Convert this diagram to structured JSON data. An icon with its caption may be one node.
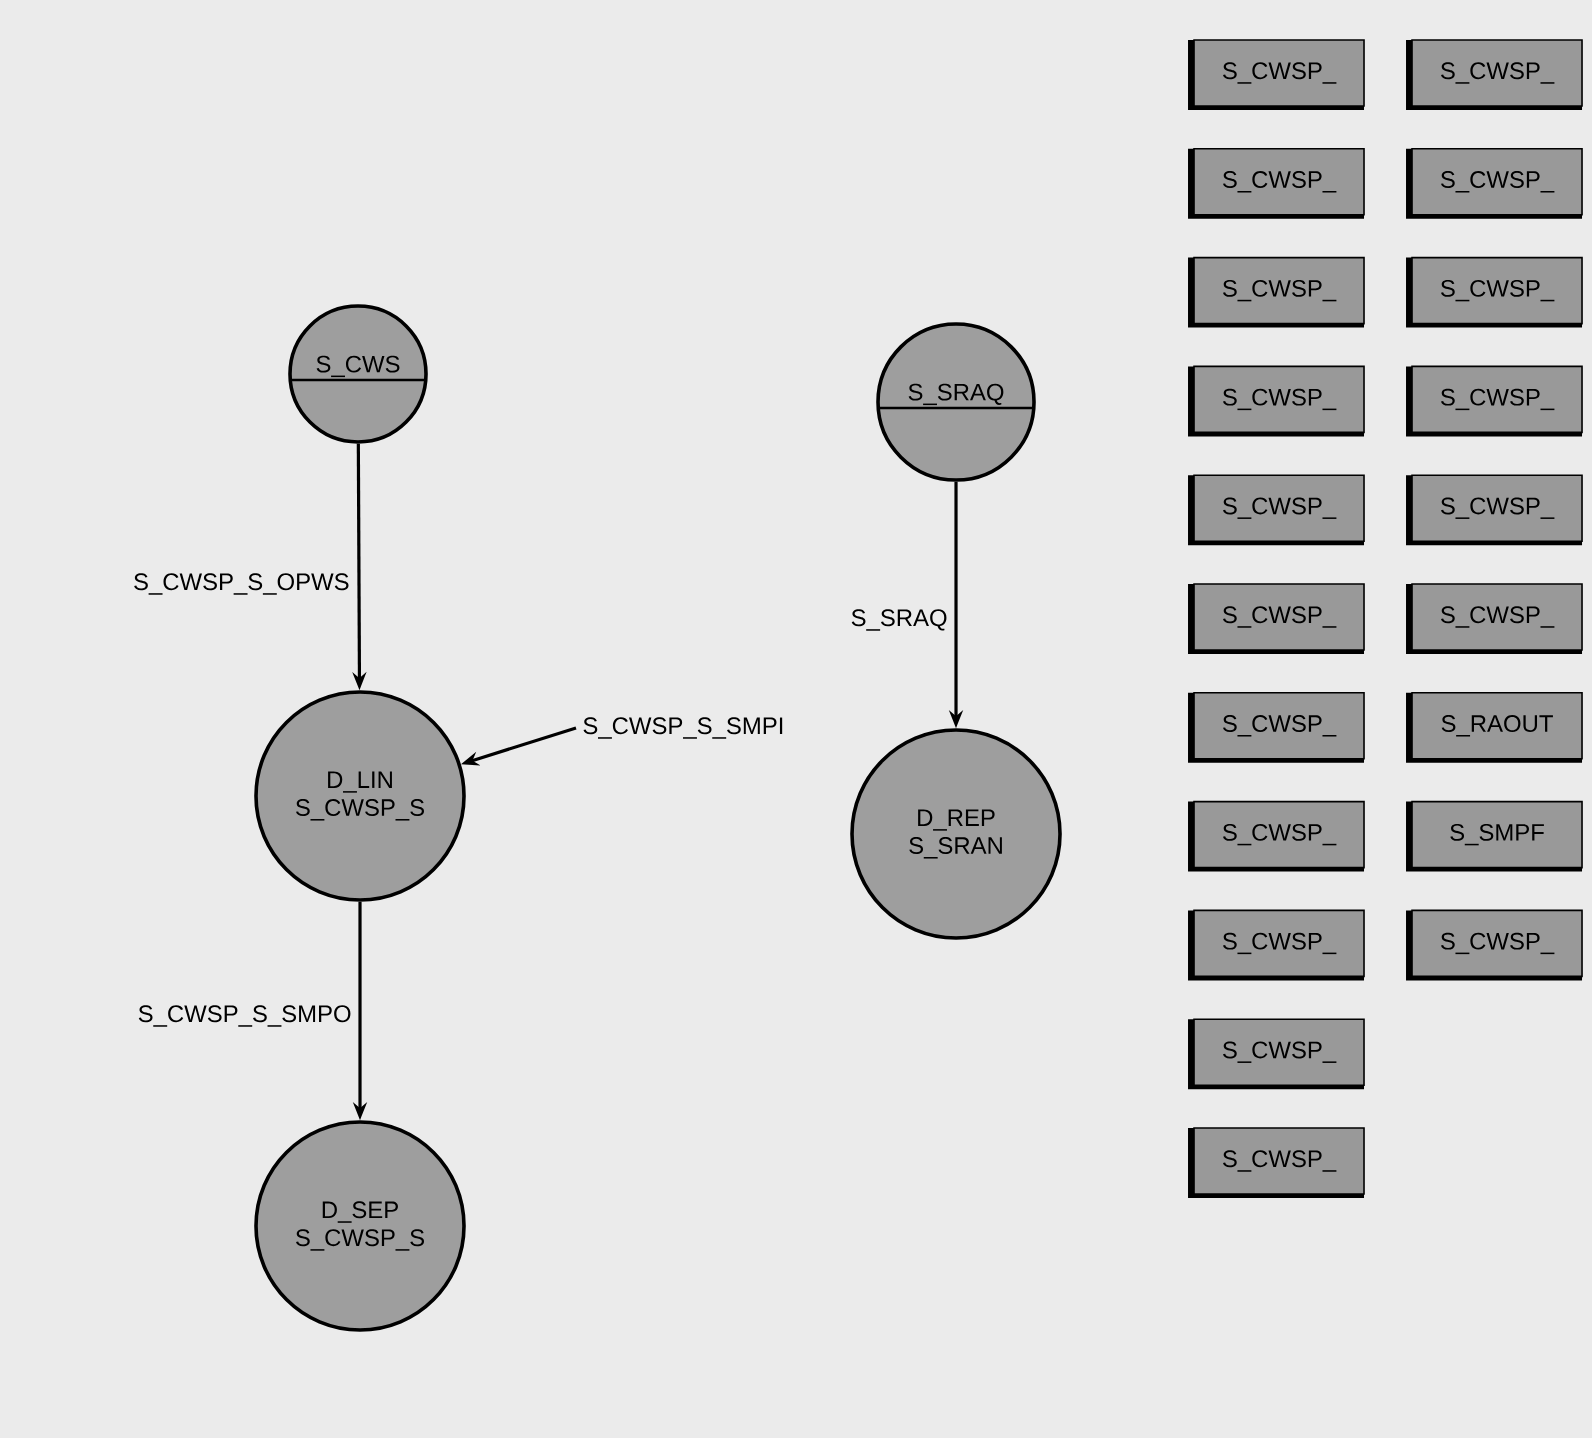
{
  "diagram": {
    "nodes": [
      {
        "text": [
          "S_CWS"
        ]
      },
      {
        "text": [
          "D_LIN",
          "S_CWSP_S"
        ]
      },
      {
        "text": [
          "D_SEP",
          "S_CWSP_S"
        ]
      },
      {
        "text": [
          "S_SRAQ"
        ]
      },
      {
        "text": [
          "D_REP",
          "S_SRAN"
        ]
      },
      {
        "text": [
          "S_CWSP_"
        ]
      },
      {
        "text": [
          "S_CWSP_"
        ]
      },
      {
        "text": [
          "S_CWSP_"
        ]
      },
      {
        "text": [
          "S_CWSP_"
        ]
      },
      {
        "text": [
          "S_CWSP_"
        ]
      },
      {
        "text": [
          "S_CWSP_"
        ]
      },
      {
        "text": [
          "S_CWSP_"
        ]
      },
      {
        "text": [
          "S_CWSP_"
        ]
      },
      {
        "text": [
          "S_CWSP_"
        ]
      },
      {
        "text": [
          "S_CWSP_"
        ]
      },
      {
        "text": [
          "S_CWSP_"
        ]
      },
      {
        "text": [
          "S_CWSP_"
        ]
      },
      {
        "text": [
          "S_CWSP_"
        ]
      },
      {
        "text": [
          "S_RAOUT"
        ]
      },
      {
        "text": [
          "S_CWSP_"
        ]
      },
      {
        "text": [
          "S_SMPF"
        ]
      },
      {
        "text": [
          "S_CWSP_"
        ]
      },
      {
        "text": [
          "S_CWSP_"
        ]
      },
      {
        "text": [
          "S_CWSP_"
        ]
      },
      {
        "text": [
          "S_CWSP_"
        ]
      }
    ],
    "edges": [
      {
        "from": 0,
        "to": 1,
        "arrow": "to",
        "label": "S_CWSP_S_OPWS"
      },
      {
        "from": null,
        "to": 1,
        "arrow": "to",
        "label": "S_CWSP_S_SMPI"
      },
      {
        "from": 1,
        "to": 2,
        "arrow": "to",
        "label": "S_CWSP_S_SMPO"
      },
      {
        "from": 3,
        "to": 4,
        "arrow": "to",
        "label": "S_SRAQ"
      }
    ]
  }
}
